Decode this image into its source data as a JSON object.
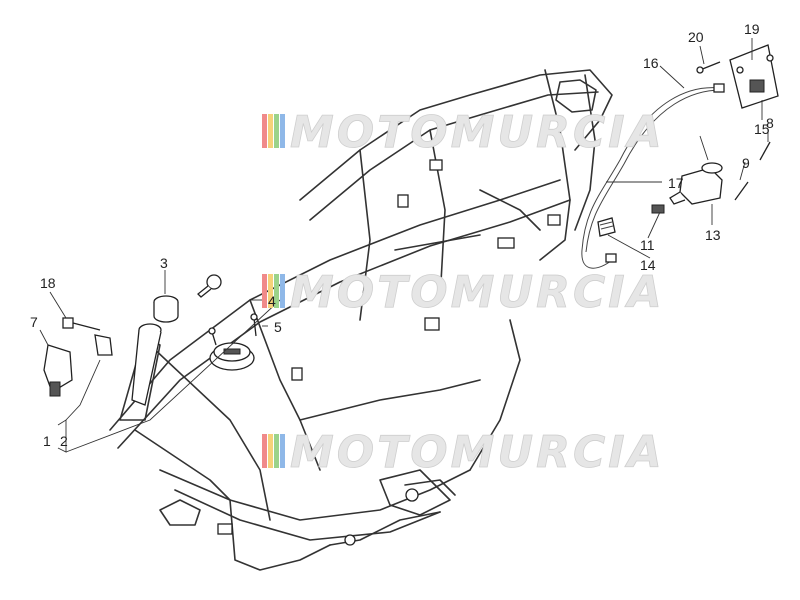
{
  "watermark": {
    "text": "MOTOMURCIA",
    "stripe_colors": [
      "#f08a8a",
      "#f5d27a",
      "#9bd38a",
      "#8fb8e8"
    ]
  },
  "callouts": {
    "c1": "1",
    "c2": "2",
    "c3": "3",
    "c4": "4",
    "c5": "5",
    "c7": "7",
    "c8": "8",
    "c9": "9",
    "c11": "11",
    "c13": "13",
    "c14": "14",
    "c15": "15",
    "c16": "16",
    "c17": "17",
    "c18": "18",
    "c19": "19",
    "c20": "20"
  }
}
